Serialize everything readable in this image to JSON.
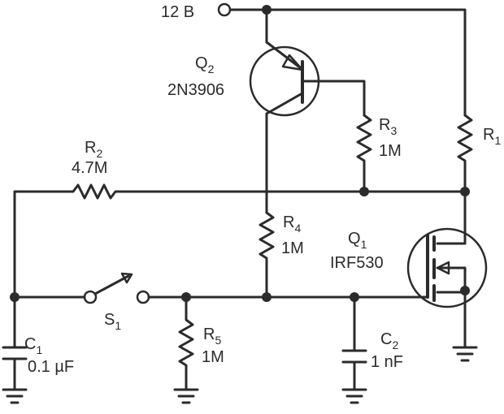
{
  "supply": {
    "label": "12 B"
  },
  "components": {
    "q2": {
      "ref_main": "Q",
      "ref_sub": "2",
      "part": "2N3906"
    },
    "q1": {
      "ref_main": "Q",
      "ref_sub": "1",
      "part": "IRF530"
    },
    "r1": {
      "ref_main": "R",
      "ref_sub": "1",
      "value": ""
    },
    "r2": {
      "ref_main": "R",
      "ref_sub": "2",
      "value": "4.7M"
    },
    "r3": {
      "ref_main": "R",
      "ref_sub": "3",
      "value": "1M"
    },
    "r4": {
      "ref_main": "R",
      "ref_sub": "4",
      "value": "1M"
    },
    "r5": {
      "ref_main": "R",
      "ref_sub": "5",
      "value": "1M"
    },
    "c1": {
      "ref_main": "C",
      "ref_sub": "1",
      "value": "0.1 µF"
    },
    "c2": {
      "ref_main": "C",
      "ref_sub": "2",
      "value": "1 nF"
    },
    "s1": {
      "ref_main": "S",
      "ref_sub": "1"
    }
  }
}
